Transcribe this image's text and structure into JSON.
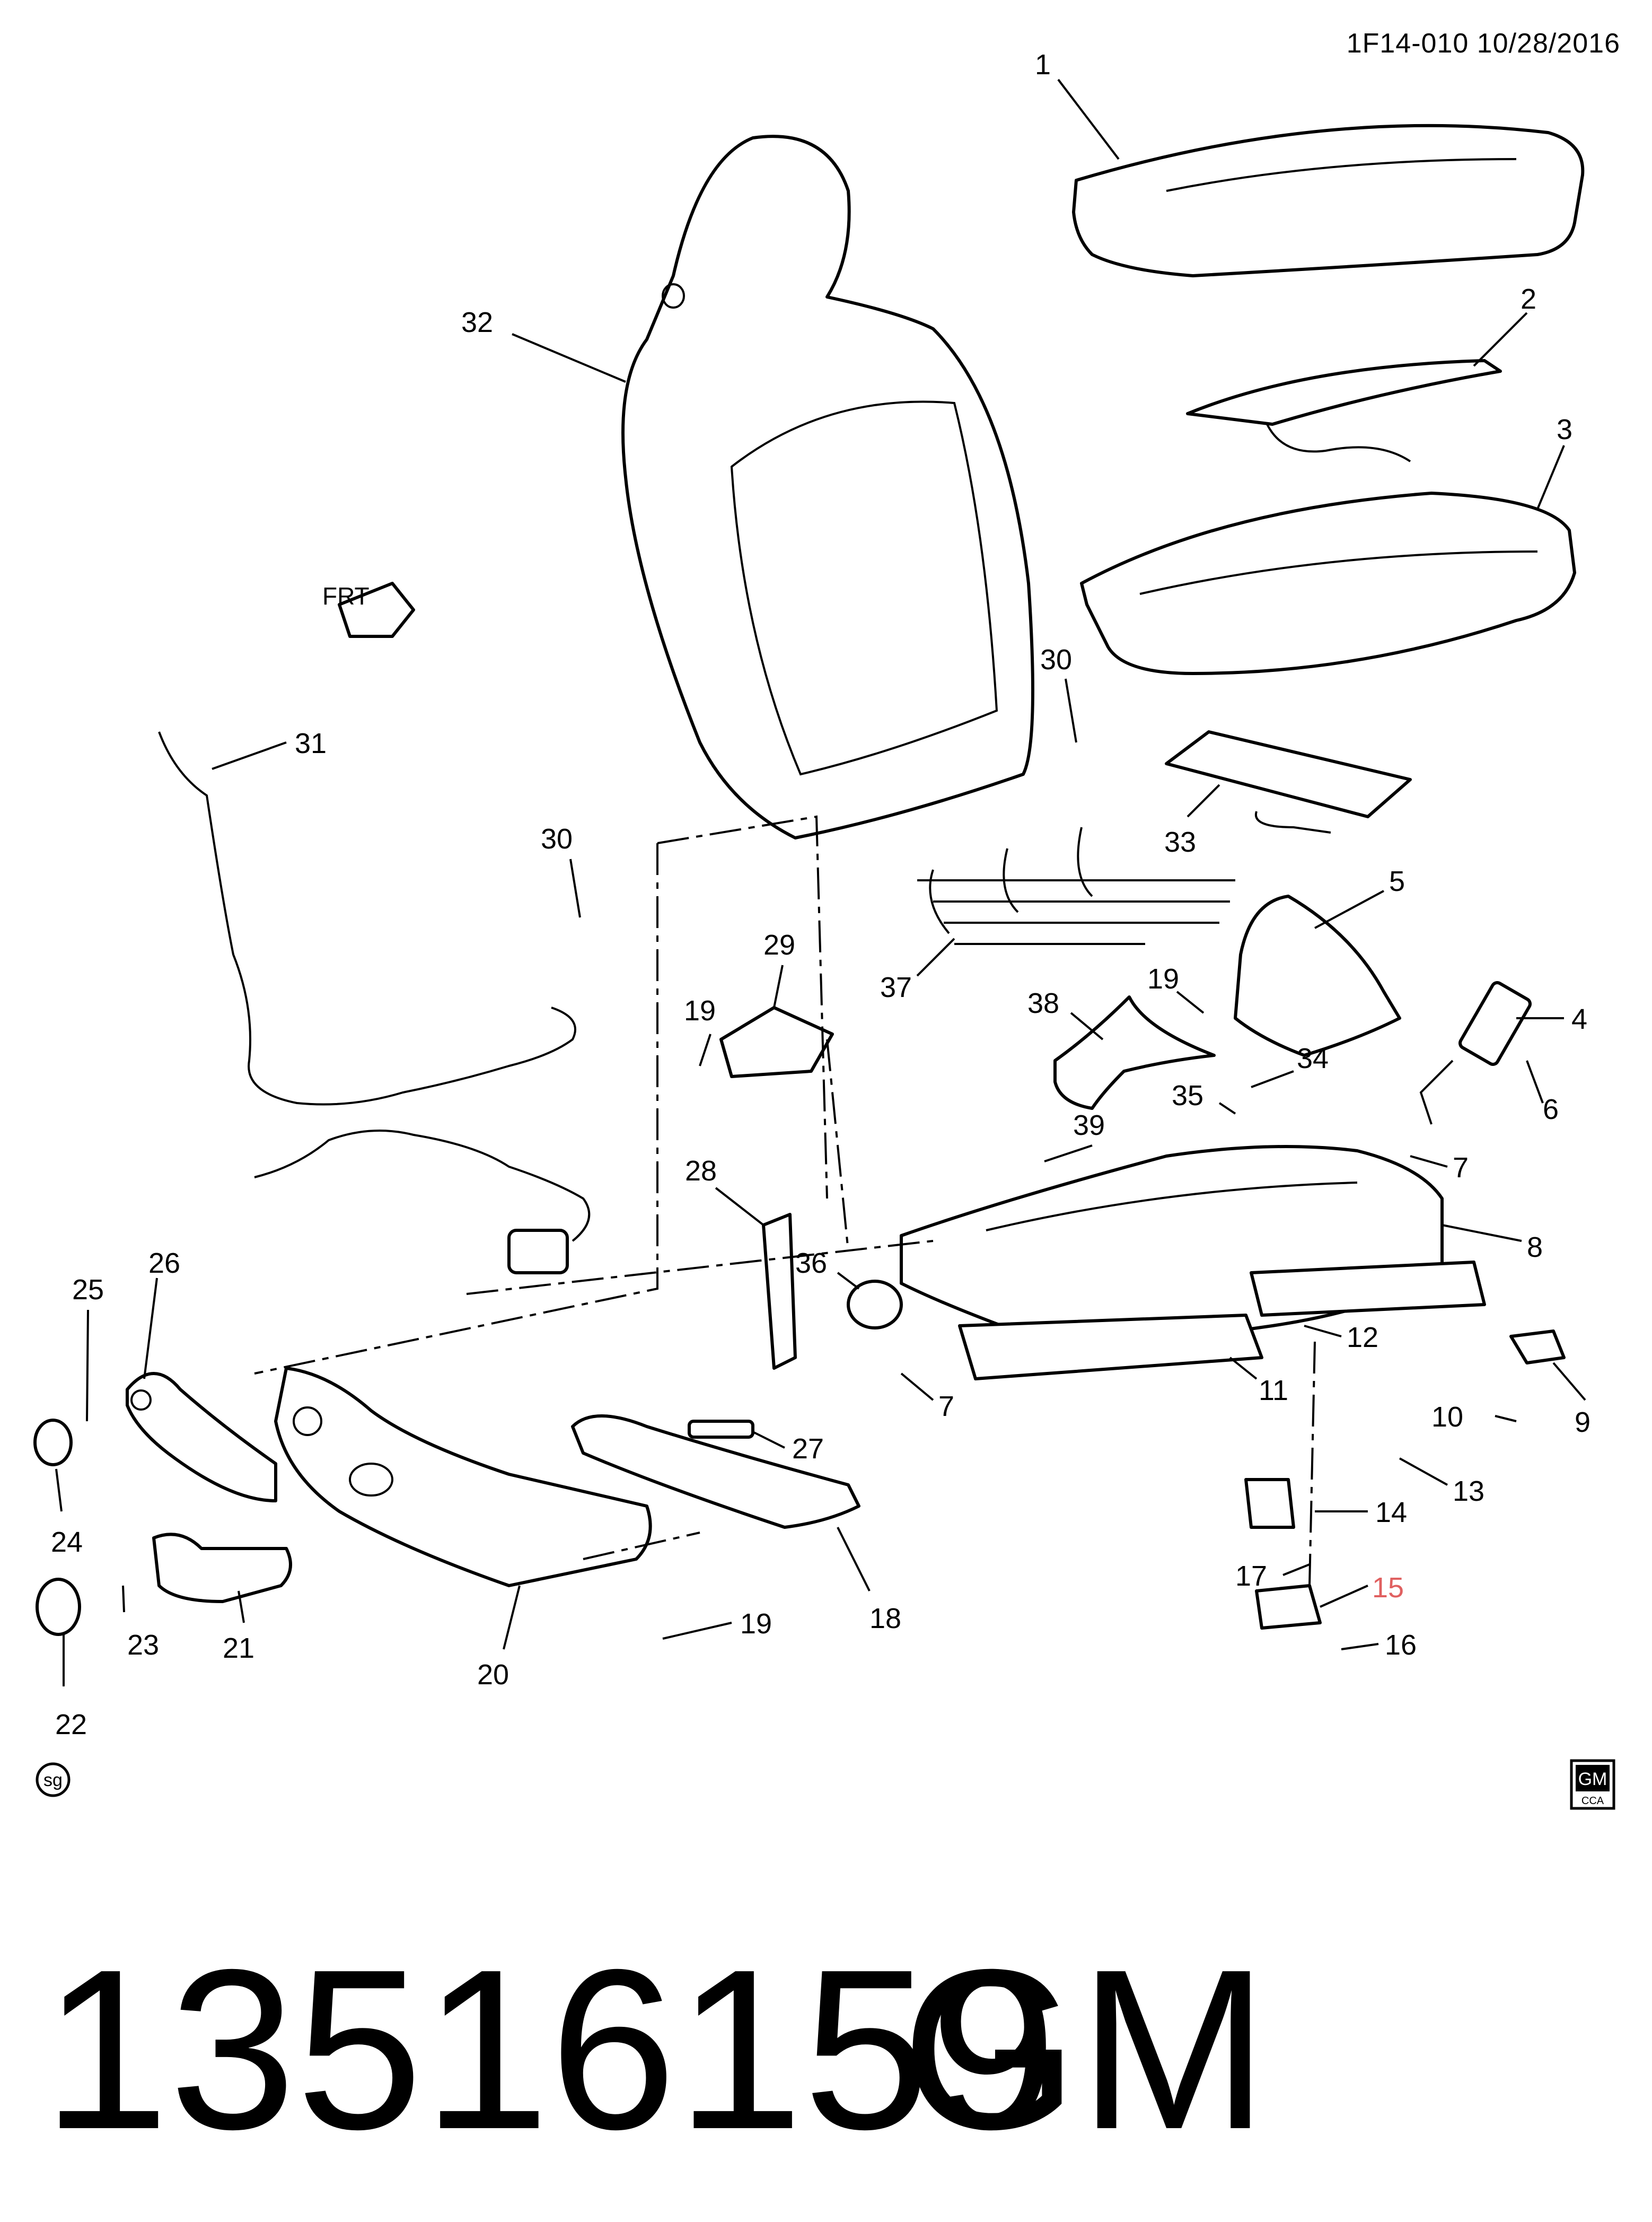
{
  "header": {
    "code": "1F14-010  10/28/2016"
  },
  "footer": {
    "part_number": "13516159",
    "brand": "GM"
  },
  "badges": {
    "sg": "sg",
    "gm": "GM",
    "cca": "CCA",
    "front": "FRT"
  },
  "callouts": {
    "c1": "1",
    "c2": "2",
    "c3": "3",
    "c4": "4",
    "c5": "5",
    "c6": "6",
    "c7a": "7",
    "c7b": "7",
    "c8": "8",
    "c9": "9",
    "c10": "10",
    "c11": "11",
    "c12": "12",
    "c13": "13",
    "c14": "14",
    "c15": "15",
    "c16": "16",
    "c17": "17",
    "c18": "18",
    "c19a": "19",
    "c19b": "19",
    "c19c": "19",
    "c20": "20",
    "c21": "21",
    "c22": "22",
    "c23": "23",
    "c24": "24",
    "c25": "25",
    "c26": "26",
    "c27": "27",
    "c28": "28",
    "c29": "29",
    "c30a": "30",
    "c30b": "30",
    "c31": "31",
    "c32": "32",
    "c33": "33",
    "c34": "34",
    "c35": "35",
    "c36": "36",
    "c37": "37",
    "c38": "38",
    "c39": "39"
  },
  "colors": {
    "line": "#000000",
    "background": "#ffffff",
    "highlight": "#e06060"
  }
}
